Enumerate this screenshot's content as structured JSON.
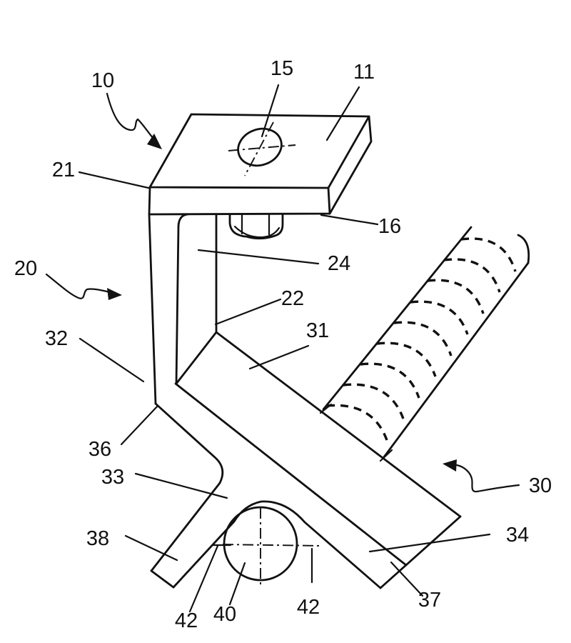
{
  "figure": {
    "kind": "patent-line-drawing",
    "title": "Clamp bracket with threaded rod and roller",
    "colors": {
      "line": "#111111",
      "background": "#ffffff"
    },
    "labels": {
      "n10": "10",
      "n11": "11",
      "n15": "15",
      "n16": "16",
      "n20": "20",
      "n21": "21",
      "n22": "22",
      "n24": "24",
      "n30": "30",
      "n31": "31",
      "n32": "32",
      "n33": "33",
      "n34": "34",
      "n36": "36",
      "n37": "37",
      "n38": "38",
      "n40": "40",
      "n42a": "42",
      "n42b": "42"
    }
  }
}
